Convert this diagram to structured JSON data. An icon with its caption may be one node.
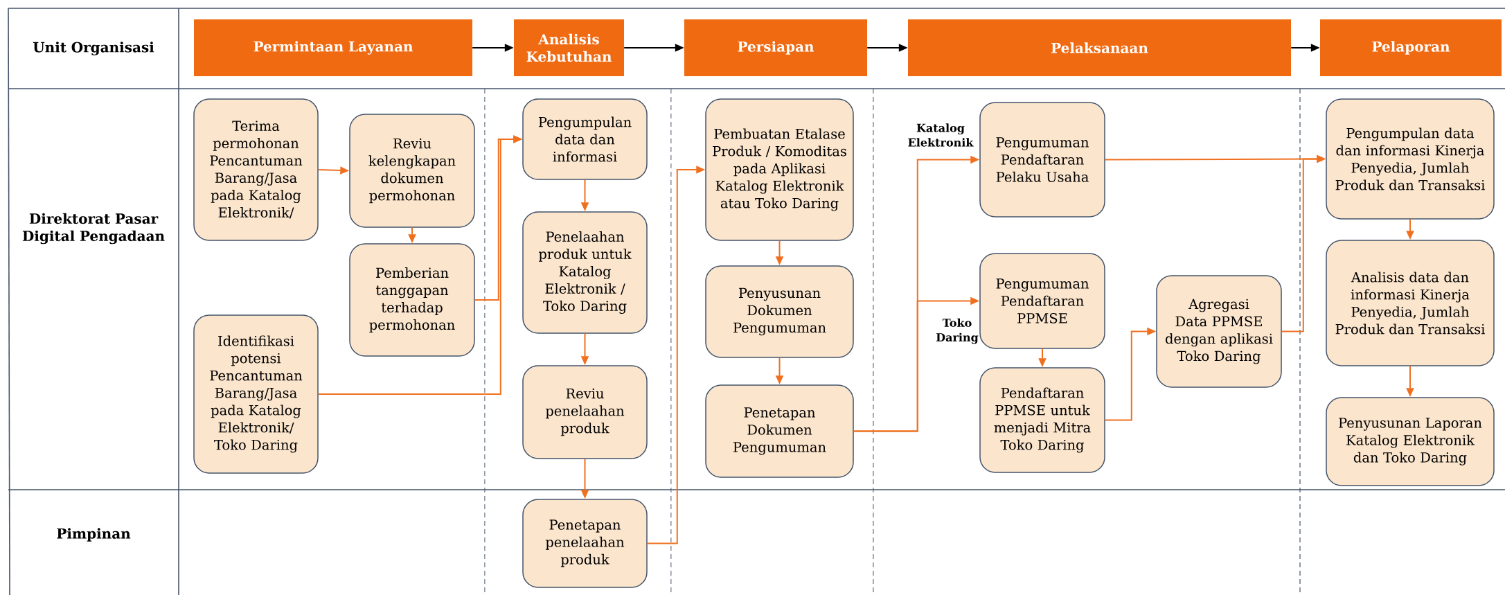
{
  "diagram": {
    "nodes": [
      {
        "text": [
          "Permintaan Layanan"
        ]
      },
      {
        "text": [
          "Analisis Kebutuhan"
        ]
      },
      {
        "text": [
          "Persiapan"
        ]
      },
      {
        "text": [
          "Pelaksanaan"
        ]
      },
      {
        "text": [
          "Pelaporan"
        ]
      },
      {
        "text": [
          "Terima permohonan Pencantuman Barang/Jasa pada Katalog Elektronik/"
        ]
      },
      {
        "text": [
          "Reviu kelengkapan dokumen permohonan"
        ]
      },
      {
        "text": [
          "Pemberian tanggapan terhadap permohonan"
        ]
      },
      {
        "text": [
          "Identifikasi potensi Pencantuman Barang/Jasa pada Katalog Elektronik/ Toko Daring"
        ]
      },
      {
        "text": [
          "Pengumpulan data dan informasi"
        ]
      },
      {
        "text": [
          "Penelaahan produk untuk Katalog Elektronik / Toko Daring"
        ]
      },
      {
        "text": [
          "Reviu penelaahan produk"
        ]
      },
      {
        "text": [
          "Penetapan penelaahan produk"
        ]
      },
      {
        "text": [
          "Pembuatan Etalase Produk / Komoditas pada Aplikasi Katalog Elektronik atau Toko Daring"
        ]
      },
      {
        "text": [
          "Penyusunan Dokumen Pengumuman"
        ]
      },
      {
        "text": [
          "Penetapan Dokumen Pengumuman"
        ]
      },
      {
        "text": [
          "Pengumuman Pendaftaran Pelaku Usaha"
        ]
      },
      {
        "text": [
          "Pengumuman Pendaftaran PPMSE"
        ]
      },
      {
        "text": [
          "Pendaftaran PPMSE untuk menjadi Mitra Toko Daring"
        ]
      },
      {
        "text": [
          "Agregasi Data PPMSE dengan aplikasi Toko Daring"
        ]
      },
      {
        "text": [
          "Pengumpulan data dan informasi Kinerja Penyedia, Jumlah Produk dan Transaksi"
        ]
      },
      {
        "text": [
          "Analisis data dan informasi Kinerja Penyedia, Jumlah Produk dan Transaksi"
        ]
      },
      {
        "text": [
          "Penyusunan Laporan Katalog Elektronik dan Toko Daring"
        ]
      }
    ],
    "edges": [
      {
        "from": 0,
        "to": 1,
        "arrow": "to",
        "color": "#000000"
      },
      {
        "from": 1,
        "to": 2,
        "arrow": "to",
        "color": "#000000"
      },
      {
        "from": 2,
        "to": 3,
        "arrow": "to",
        "color": "#000000"
      },
      {
        "from": 3,
        "to": 4,
        "arrow": "to",
        "color": "#000000"
      },
      {
        "from": 5,
        "to": 6,
        "arrow": "to"
      },
      {
        "from": 6,
        "to": 7,
        "arrow": "to"
      },
      {
        "from": 7,
        "to": 9,
        "arrow": "to"
      },
      {
        "from": 8,
        "to": 9,
        "arrow": "to"
      },
      {
        "from": 9,
        "to": 10,
        "arrow": "to"
      },
      {
        "from": 10,
        "to": 11,
        "arrow": "to"
      },
      {
        "from": 11,
        "to": 12,
        "arrow": "to"
      },
      {
        "from": 12,
        "to": 13,
        "arrow": "to"
      },
      {
        "from": 13,
        "to": 14,
        "arrow": "to"
      },
      {
        "from": 14,
        "to": 15,
        "arrow": "to"
      },
      {
        "from": 15,
        "to": 16,
        "arrow": "to"
      },
      {
        "from": 15,
        "to": 17,
        "arrow": "to"
      },
      {
        "from": 17,
        "to": 18,
        "arrow": "to"
      },
      {
        "from": 18,
        "to": 19,
        "arrow": "to"
      },
      {
        "from": 16,
        "to": 20,
        "arrow": "to"
      },
      {
        "from": 19,
        "to": 20,
        "arrow": "to"
      },
      {
        "from": 20,
        "to": 21,
        "arrow": "to"
      },
      {
        "from": 21,
        "to": 22,
        "arrow": "to"
      }
    ],
    "labels": [
      "Unit Organisasi",
      "Direktorat Pasar Digital Pengadaan",
      "Pimpinan",
      "Katalog Elektronik",
      "Toko Daring"
    ]
  }
}
